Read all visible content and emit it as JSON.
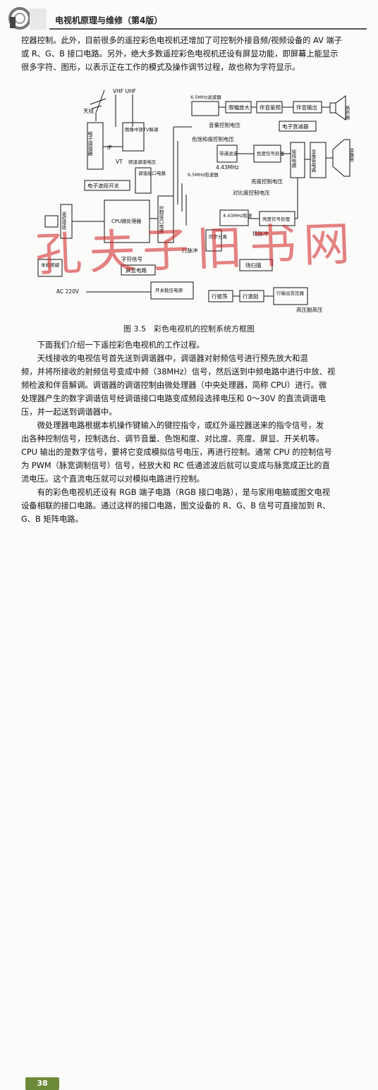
{
  "header": {
    "title": "电视机原理与维修（第4版）"
  },
  "paragraphs": {
    "p1": "控器控制。此外，目前很多的遥控彩色电视机还增加了可控制外接音频/视频设备的 AV 端子",
    "p1b": "或 R、G、B 接口电路。另外，绝大多数遥控彩色电视机还设有屏显功能，即屏幕上能显示",
    "p1c": "很多字符、图形，以表示正在工作的模式及操作调节过程，故也称为字符显示。",
    "p2": "下面我们介绍一下遥控彩色电视机的工作过程。",
    "p3a": "天线接收的电视信号首先送到调谐器中，调谐器对射频信号进行预先放大和混",
    "p3b": "频，并将所接收的射频信号变成中频（38MHz）信号，然后送到中频电路中进行中放、视",
    "p3c": "频检波和伴音解调。调谐器的调谐控制由微处理器（中央处理器，简称 CPU）进行。微",
    "p3d": "处理器产生的数字调谐信号经调谐接口电路变成频段选择电压和 0～30V 的直流调谐电",
    "p3e": "压，并一起送到调谐器中。",
    "p4a": "微处理器电路根据本机操作键输入的键控指令，或红外遥控器送来的指令信号，发",
    "p4b": "出各种控制信号，控制选台、调节音量、色饱和度、对比度、亮度、屏显、开关机等。",
    "p4c": "CPU 输出的是数字信号，要将它变成模拟信号电压，再进行控制。通常 CPU 的控制信号",
    "p4d": "为 PWM（脉宽调制信号）信号，经放大和 RC 低通滤波后就可以变成与脉宽成正比的直",
    "p4e": "流电压。这个直流电压就可以对模拟电路进行控制。",
    "p5a": "有的彩色电视机还设有 RGB 端子电路（RGB 接口电路），是与家用电脑或图文电视",
    "p5b": "设备相联的接口电路。通过这样的接口电路，图文设备的 R、G、B 信号可直接加到 R、",
    "p5c": "G、B 矩阵电路。"
  },
  "figure": {
    "caption": "图 3.5　彩色电视机的控制系统方框图",
    "labels": {
      "antenna": "天线",
      "vhf_uhf": "VHF UHF",
      "tuner": "电子调谐器",
      "if_label": "IF",
      "video_if": "图像中放TV解调",
      "vt": "VT",
      "band_voltage": "频道调谐电压",
      "tuning_if": "调谐接口电路",
      "band_switch": "电子波段开关",
      "remote_rx": "遥控接收",
      "cpu": "CPU微处理器",
      "ctrl_if": "控制接口电路",
      "local_key": "本机按键",
      "char_sig": "字符信号",
      "osd": "屏显电路",
      "ac": "AC 220V",
      "switch_ps": "开关稳压电源",
      "filter65a": "6.5MHz滤波器",
      "limiter": "限幅放大",
      "fm_det": "伴音鉴频",
      "audio_out": "伴音输出",
      "speaker": "扬声器",
      "vol_ctrl": "音量控制电压",
      "e_att": "电子衰减器",
      "sat_ctrl": "色饱和度控制电压",
      "bandpass": "带通滤波",
      "chroma": "色度信号处理",
      "f443": "4.43MHz",
      "matrix": "矩阵电路",
      "crt_amp": "显像管电路",
      "crt": "显像管",
      "trap65": "6.5MHz陷波器",
      "bright_ctrl": "亮度控制电压",
      "contrast_ctrl": "对比度控制电压",
      "trap443": "4.43MHz陷波",
      "luma": "亮度信号处理",
      "h_pulse": "场脉冲",
      "row_pulse": "行脉冲",
      "sync_sep": "同步分离",
      "field_scan": "场扫描",
      "h_osc": "行振荡",
      "h_drv": "行激励",
      "h_out": "行输出变压器",
      "hv": "高压副高压"
    }
  },
  "watermark": "孔夫子旧书网",
  "footer": {
    "page": "38"
  }
}
